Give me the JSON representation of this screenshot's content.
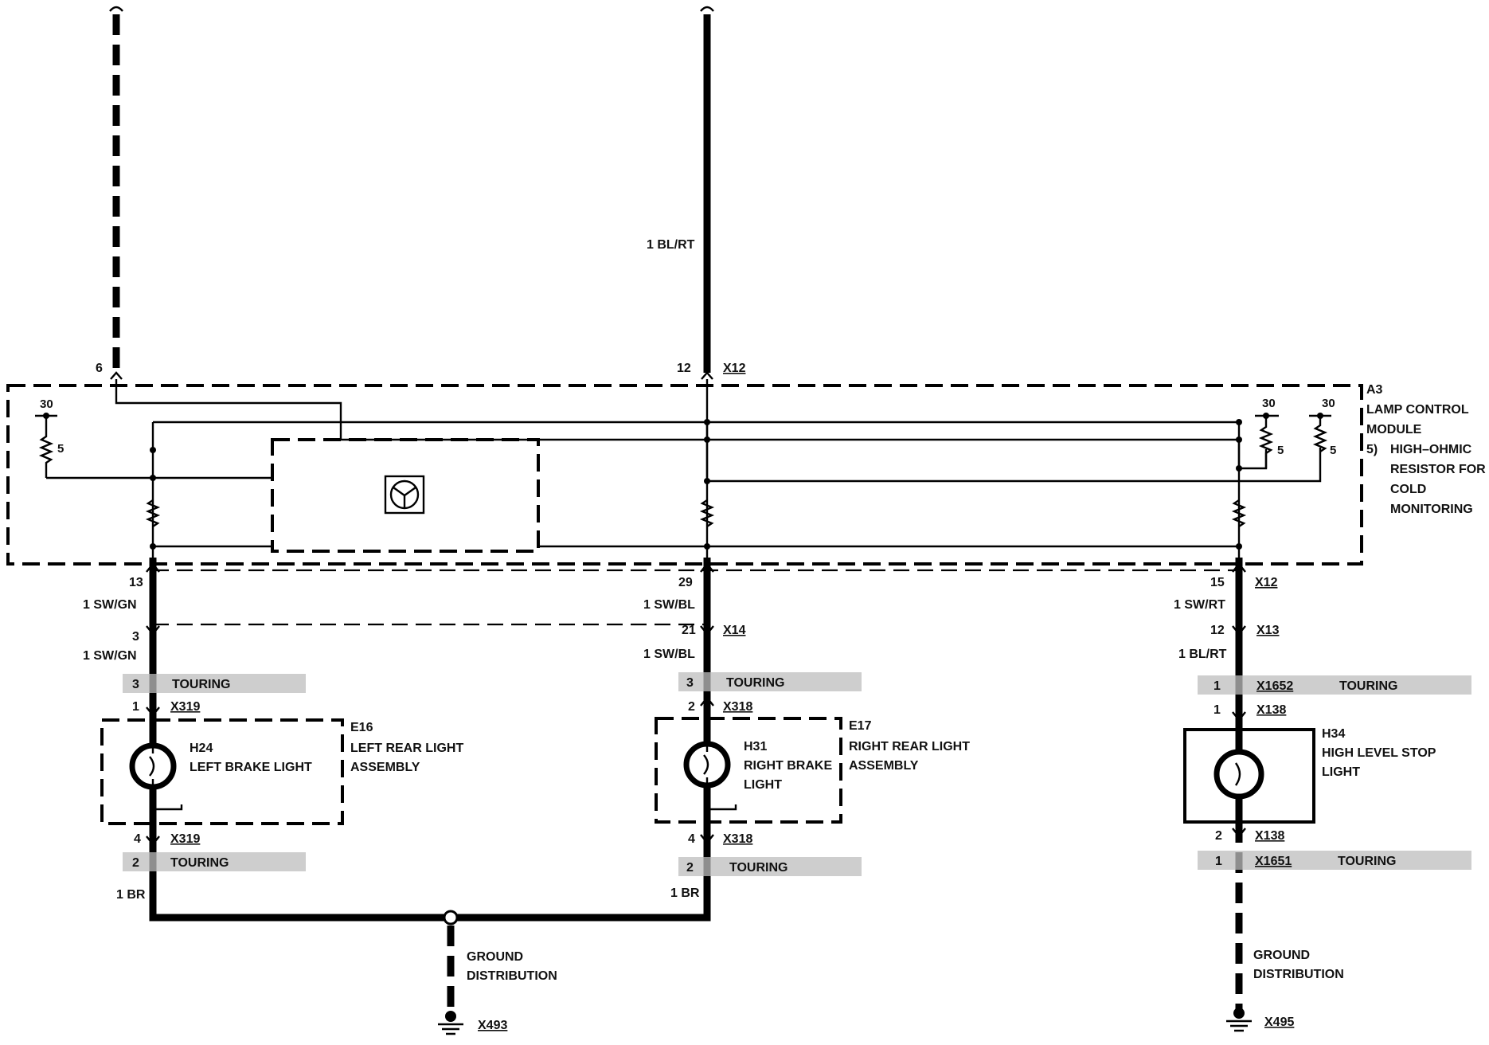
{
  "module": {
    "ref": "A3",
    "name_line1": "LAMP CONTROL",
    "name_line2": "MODULE",
    "note_num": "5)",
    "note_line1": "HIGH–OHMIC",
    "note_line2": "RESISTOR FOR",
    "note_line3": "COLD",
    "note_line4": "MONITORING",
    "term30_left": "30",
    "term30_r1": "30",
    "term30_r2": "30",
    "res5_left": "5",
    "res5_r1": "5",
    "res5_r2": "5"
  },
  "top_wires": {
    "left_pin": "6",
    "center_pin": "12",
    "center_conn": "X12",
    "center_wire": "1 BL/RT"
  },
  "left": {
    "pin_module": "13",
    "wire1": "1 SW/GN",
    "pin_x14": "3",
    "wire2": "1 SW/GN",
    "touring_pin": "3",
    "touring_label": "TOURING",
    "pin_top": "1",
    "conn_top": "X319",
    "assembly_ref": "E16",
    "assembly_line1": "LEFT REAR LIGHT",
    "assembly_line2": "ASSEMBLY",
    "lamp_ref": "H24",
    "lamp_name": "LEFT BRAKE LIGHT",
    "pin_bottom": "4",
    "conn_bottom": "X319",
    "touring_pin2": "2",
    "touring_label2": "TOURING",
    "wire_ground": "1 BR"
  },
  "center": {
    "pin_module": "29",
    "wire1": "1 SW/BL",
    "pin_x14": "21",
    "conn_x14": "X14",
    "wire2": "1 SW/BL",
    "touring_pin": "3",
    "touring_label": "TOURING",
    "pin_top": "2",
    "conn_top": "X318",
    "assembly_ref": "E17",
    "assembly_line1": "RIGHT REAR LIGHT",
    "assembly_line2": "ASSEMBLY",
    "lamp_ref": "H31",
    "lamp_line1": "RIGHT BRAKE",
    "lamp_line2": "LIGHT",
    "pin_bottom": "4",
    "conn_bottom": "X318",
    "touring_pin2": "2",
    "touring_label2": "TOURING",
    "wire_ground": "1 BR"
  },
  "right": {
    "pin_module": "15",
    "conn_module": "X12",
    "wire1": "1 SW/RT",
    "pin_x13": "12",
    "conn_x13": "X13",
    "wire2": "1 BL/RT",
    "touring_pin": "1",
    "touring_conn": "X1652",
    "touring_label": "TOURING",
    "pin_top": "1",
    "conn_top": "X138",
    "lamp_ref": "H34",
    "lamp_line1": "HIGH LEVEL STOP",
    "lamp_line2": "LIGHT",
    "pin_bottom": "2",
    "conn_bottom": "X138",
    "touring_pin2": "1",
    "touring_conn2": "X1651",
    "touring_label2": "TOURING"
  },
  "ground_left": {
    "line1": "GROUND",
    "line2": "DISTRIBUTION",
    "conn": "X493"
  },
  "ground_right": {
    "line1": "GROUND",
    "line2": "DISTRIBUTION",
    "conn": "X495"
  }
}
